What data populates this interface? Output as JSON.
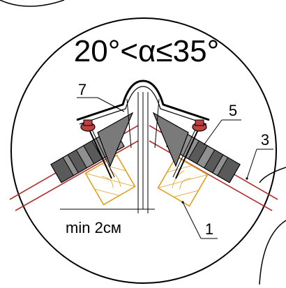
{
  "diagram": {
    "angle_condition": "20°<α≤35°",
    "callouts": [
      {
        "id": "callout-7",
        "label": "7"
      },
      {
        "id": "callout-5",
        "label": "5"
      },
      {
        "id": "callout-3",
        "label": "3"
      },
      {
        "id": "callout-1",
        "label": "1"
      }
    ],
    "gap_dimension": "min 2см",
    "colors": {
      "outline": "#000000",
      "roof_line": "#b03030",
      "timber": "#e0a020",
      "seal_gray": "#909090",
      "seal_dark": "#5a5a5a",
      "screw_head": "#c04040"
    }
  }
}
